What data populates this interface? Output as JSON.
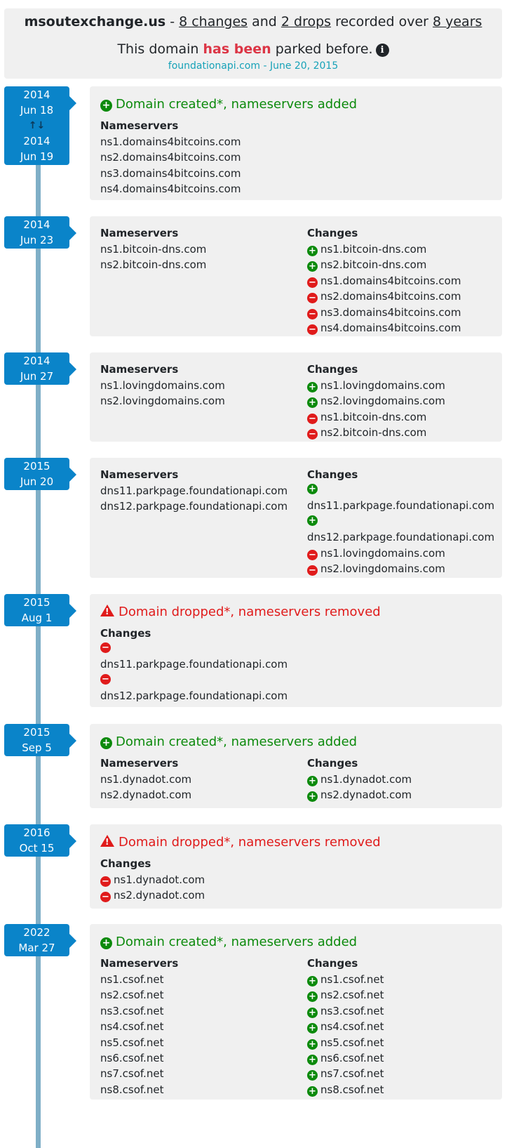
{
  "header": {
    "domain": "msoutexchange.us",
    "sep": " - ",
    "changes": "8 changes",
    "and": " and ",
    "drops": "2 drops",
    "recorded": " recorded over ",
    "years": "8 years",
    "parked_prefix": "This domain ",
    "parked_highlight": "has been",
    "parked_suffix": " parked before.",
    "parked_link": "foundationapi.com - June 20, 2015"
  },
  "labels": {
    "nameservers": "Nameservers",
    "changes": "Changes",
    "created": "Domain created*, nameservers added",
    "dropped": "Domain dropped*, nameservers removed"
  },
  "entries": [
    {
      "date": [
        "2014",
        "Jun 18",
        "2014",
        "Jun 19"
      ],
      "nameservers": [
        "ns1.domains4bitcoins.com",
        "ns2.domains4bitcoins.com",
        "ns3.domains4bitcoins.com",
        "ns4.domains4bitcoins.com"
      ]
    },
    {
      "date": [
        "2014",
        "Jun 23"
      ],
      "nameservers": [
        "ns1.bitcoin-dns.com",
        "ns2.bitcoin-dns.com"
      ],
      "added": [
        "ns1.bitcoin-dns.com",
        "ns2.bitcoin-dns.com"
      ],
      "removed": [
        "ns1.domains4bitcoins.com",
        "ns2.domains4bitcoins.com",
        "ns3.domains4bitcoins.com",
        "ns4.domains4bitcoins.com"
      ]
    },
    {
      "date": [
        "2014",
        "Jun 27"
      ],
      "nameservers": [
        "ns1.lovingdomains.com",
        "ns2.lovingdomains.com"
      ],
      "added": [
        "ns1.lovingdomains.com",
        "ns2.lovingdomains.com"
      ],
      "removed": [
        "ns1.bitcoin-dns.com",
        "ns2.bitcoin-dns.com"
      ]
    },
    {
      "date": [
        "2015",
        "Jun 20"
      ],
      "nameservers": [
        "dns11.parkpage.foundationapi.com",
        "dns12.parkpage.foundationapi.com"
      ],
      "added": [
        "dns11.parkpage.foundationapi.com",
        "dns12.parkpage.foundationapi.com"
      ],
      "removed": [
        "ns1.lovingdomains.com",
        "ns2.lovingdomains.com"
      ]
    },
    {
      "date": [
        "2015",
        "Aug 1"
      ],
      "removed": [
        "dns11.parkpage.foundationapi.com",
        "dns12.parkpage.foundationapi.com"
      ]
    },
    {
      "date": [
        "2015",
        "Sep 5"
      ],
      "nameservers": [
        "ns1.dynadot.com",
        "ns2.dynadot.com"
      ],
      "added": [
        "ns1.dynadot.com",
        "ns2.dynadot.com"
      ]
    },
    {
      "date": [
        "2016",
        "Oct 15"
      ],
      "removed": [
        "ns1.dynadot.com",
        "ns2.dynadot.com"
      ]
    },
    {
      "date": [
        "2022",
        "Mar 27"
      ],
      "nameservers": [
        "ns1.csof.net",
        "ns2.csof.net",
        "ns3.csof.net",
        "ns4.csof.net",
        "ns5.csof.net",
        "ns6.csof.net",
        "ns7.csof.net",
        "ns8.csof.net"
      ],
      "added": [
        "ns1.csof.net",
        "ns2.csof.net",
        "ns3.csof.net",
        "ns4.csof.net",
        "ns5.csof.net",
        "ns6.csof.net",
        "ns7.csof.net",
        "ns8.csof.net"
      ]
    }
  ],
  "colors": {
    "date_badge": "#0a84c9",
    "timeline": "#7fafc7",
    "added": "#0c8a0c",
    "removed": "#e01b1b",
    "parked_highlight": "#dc3545",
    "link": "#17a2b8"
  },
  "icons": {
    "add": "plus-circle-icon",
    "remove": "minus-circle-icon",
    "warning": "warning-triangle-icon",
    "info": "info-circle-icon",
    "date_range": "up-down-arrows-icon"
  }
}
